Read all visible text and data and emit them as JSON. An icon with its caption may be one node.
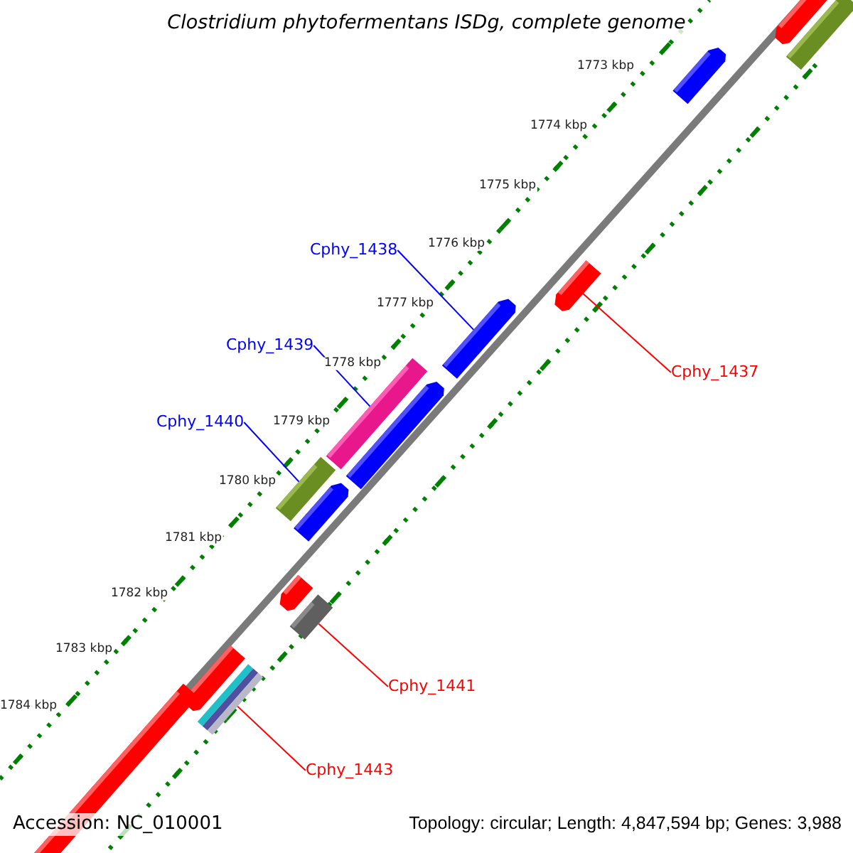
{
  "diagram": {
    "title": "Clostridium phytofermentans ISDg, complete genome",
    "nodes": [
      {
        "text": [
          "Cphy_1438"
        ]
      },
      {
        "text": [],
        "shape": "bar"
      },
      {
        "text": [
          "Cphy_1437"
        ]
      },
      {
        "text": [],
        "shape": "bar"
      },
      {
        "text": [
          "Cphy_1439"
        ]
      },
      {
        "text": [],
        "shape": "bar"
      },
      {
        "text": [
          "Cphy_1440"
        ]
      },
      {
        "text": [],
        "shape": "bar"
      },
      {
        "text": [
          "Cphy_1441"
        ]
      },
      {
        "text": [],
        "shape": "bar"
      },
      {
        "text": [
          "Cphy_1443"
        ]
      },
      {
        "text": [],
        "shape": "bar"
      },
      {
        "text": [],
        "shape": "bar"
      },
      {
        "text": [],
        "shape": "bar"
      },
      {
        "text": [],
        "shape": "bar"
      },
      {
        "text": [],
        "shape": "bar"
      },
      {
        "text": [],
        "shape": "bar"
      },
      {
        "text": [],
        "shape": "bar"
      },
      {
        "text": [],
        "shape": "bar"
      },
      {
        "text": [],
        "shape": "bar"
      }
    ],
    "edges": [
      {
        "from": 0,
        "to": 1,
        "arrow": "none"
      },
      {
        "from": 2,
        "to": 3,
        "arrow": "none",
        "color": "#ff0000"
      },
      {
        "from": 4,
        "to": 5,
        "arrow": "none"
      },
      {
        "from": 6,
        "to": 7,
        "arrow": "none"
      },
      {
        "from": 8,
        "to": 9,
        "arrow": "none",
        "color": "#ff0000"
      },
      {
        "from": 10,
        "to": 11,
        "arrow": "none",
        "color": "#ff0000"
      }
    ],
    "labels": [
      "1773 kbp",
      "1774 kbp",
      "1775 kbp",
      "1776 kbp",
      "1777 kbp",
      "1778 kbp",
      "1779 kbp",
      "1780 kbp",
      "1781 kbp",
      "1782 kbp",
      "1783 kbp",
      "1784 kbp",
      "Accession: NC_010001",
      "Topology: circular; Length: 4,847,594 bp; Genes: 3,988"
    ]
  }
}
